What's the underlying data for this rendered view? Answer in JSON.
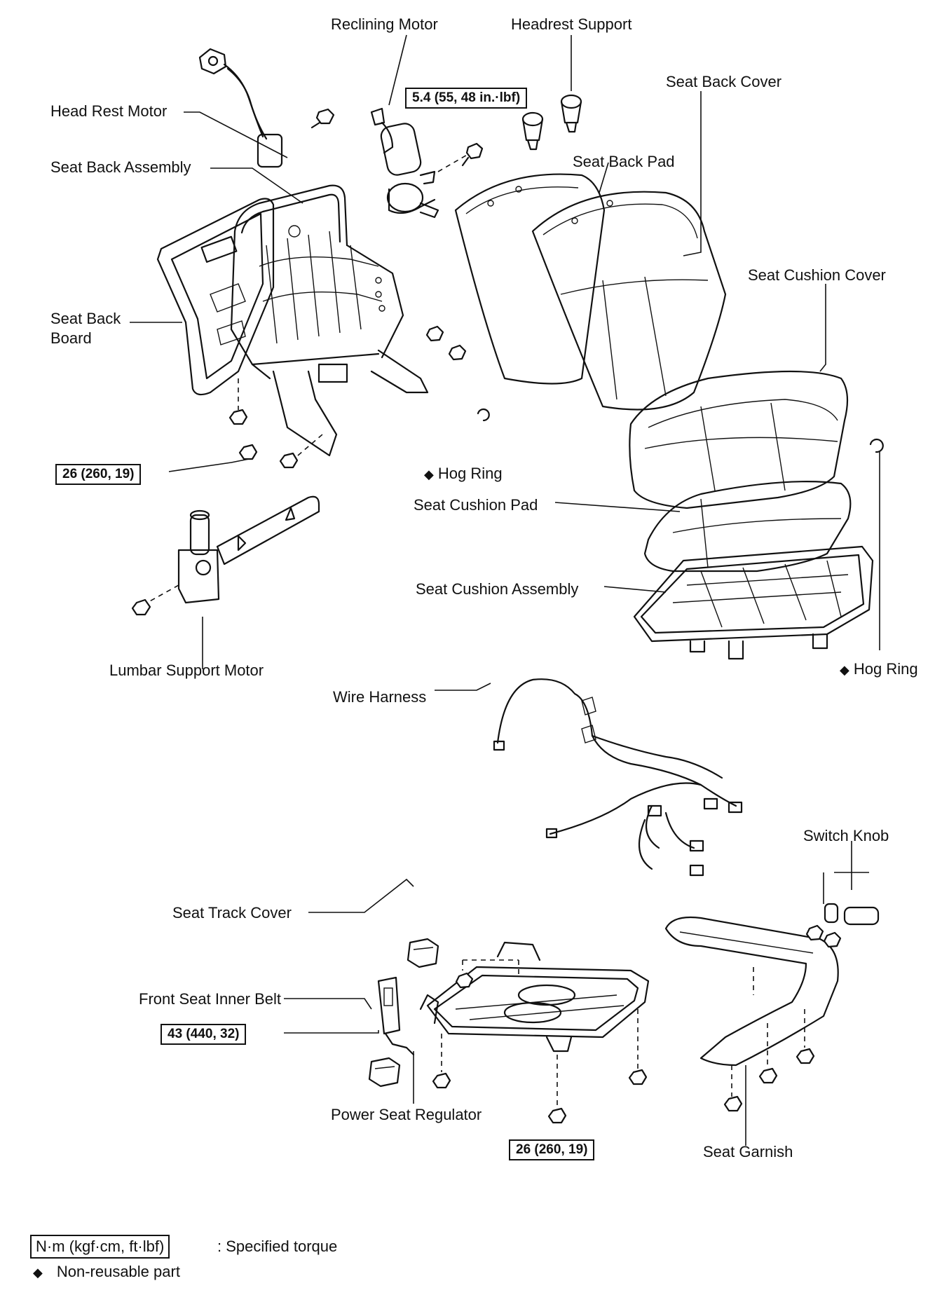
{
  "labels": {
    "reclining_motor": "Reclining Motor",
    "headrest_support": "Headrest Support",
    "head_rest_motor": "Head Rest Motor",
    "seat_back_cover": "Seat Back Cover",
    "seat_back_assembly": "Seat Back Assembly",
    "seat_back_pad": "Seat Back Pad",
    "seat_cushion_cover": "Seat Cushion Cover",
    "seat_back_board_line1": "Seat Back",
    "seat_back_board_line2": "Board",
    "hog_ring_1": "Hog Ring",
    "seat_cushion_pad": "Seat Cushion Pad",
    "seat_cushion_assembly": "Seat Cushion Assembly",
    "lumbar_support_motor": "Lumbar Support Motor",
    "hog_ring_2": "Hog Ring",
    "wire_harness": "Wire Harness",
    "switch_knob": "Switch Knob",
    "seat_track_cover": "Seat Track Cover",
    "front_seat_inner_belt": "Front Seat Inner Belt",
    "power_seat_regulator": "Power Seat Regulator",
    "seat_garnish": "Seat Garnish"
  },
  "torques": {
    "reclining_motor": "5.4 (55, 48 in.·lbf)",
    "seat_back": "26 (260, 19)",
    "inner_belt": "43 (440, 32)",
    "regulator": "26 (260, 19)"
  },
  "legend": {
    "torque_unit": "N·m (kgf·cm, ft·lbf)",
    "torque_desc": ": Specified torque",
    "non_reusable": "Non-reusable part",
    "diamond": "◆"
  }
}
